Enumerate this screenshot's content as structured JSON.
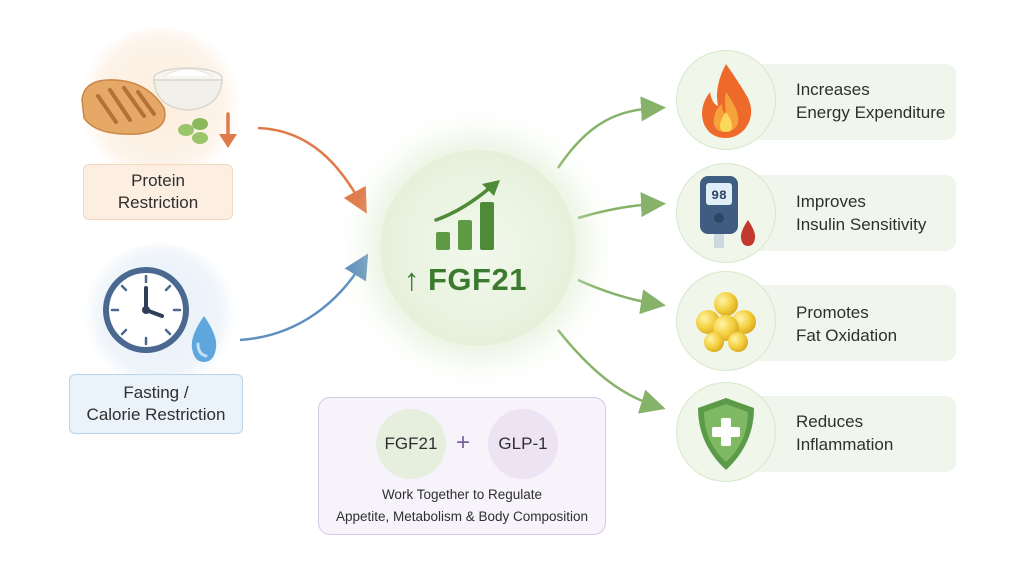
{
  "title": "",
  "inputs": [
    {
      "label_line1": "Protein",
      "label_line2": "Restriction",
      "icon": "chicken-yogurt-icon"
    },
    {
      "label_line1": "Fasting /",
      "label_line2": "Calorie Restriction",
      "icon": "clock-water-drop-icon"
    }
  ],
  "hub": {
    "arrow": "↑",
    "label": "FGF21",
    "icon": "rising-bar-chart-icon"
  },
  "outcomes": [
    {
      "line1": "Increases",
      "line2": "Energy Expenditure",
      "icon": "flame-icon"
    },
    {
      "line1": "Improves",
      "line2": "Insulin Sensitivity",
      "icon": "glucose-meter-icon",
      "meter_value": "98"
    },
    {
      "line1": "Promotes",
      "line2": "Fat Oxidation",
      "icon": "fat-droplets-icon"
    },
    {
      "line1": "Reduces",
      "line2": "Inflammation",
      "icon": "shield-plus-icon"
    }
  ],
  "combo": {
    "left": "FGF21",
    "operator": "+",
    "right": "GLP-1",
    "line1": "Work Together to Regulate",
    "line2": "Appetite, Metabolism & Body Composition"
  },
  "colors": {
    "hub_green": "#3b7a2f",
    "arrow_orange": "#e07a4a",
    "arrow_blue": "#5f8fbf",
    "arrow_green": "#86b26a",
    "down_arrow_orange": "#e07a4a",
    "purple_plus": "#7a5fa2"
  }
}
